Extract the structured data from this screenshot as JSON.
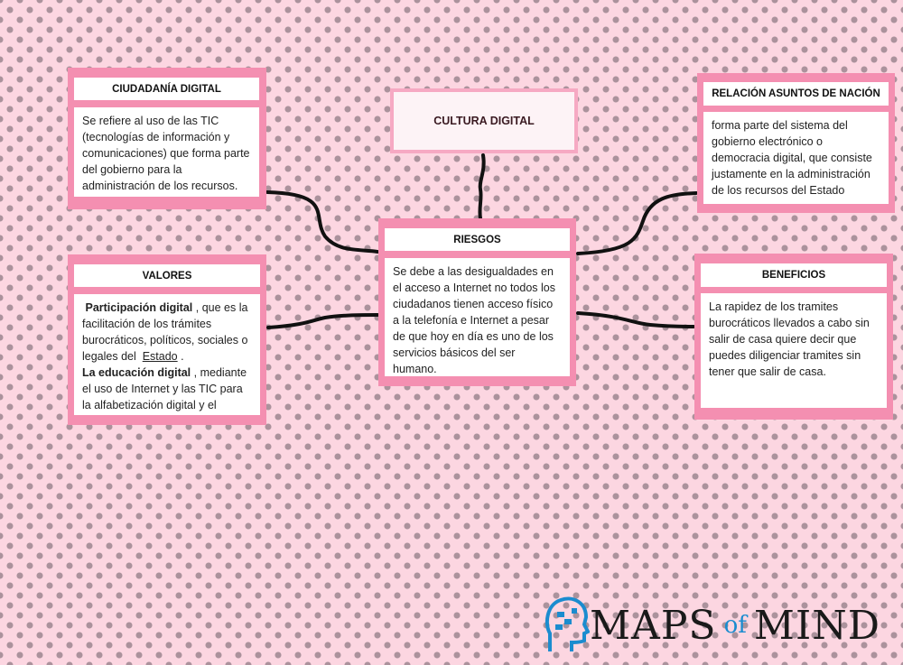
{
  "center": {
    "title": "CULTURA DIGITAL"
  },
  "nodes": {
    "ciudadania": {
      "title": "CIUDADANÍA DIGITAL",
      "text": "Se refiere al uso de las TIC (tecnologías de información y comunicaciones) que forma parte del gobierno para la administración de los recursos."
    },
    "relacion": {
      "title": "RELACIÓN ASUNTOS DE NACIÓN",
      "text": "forma parte del sistema del gobierno electrónico o democracia digital, que consiste justamente en la administración de los recursos del Estado"
    },
    "riesgos": {
      "title": "RIESGOS",
      "text": "Se debe a las desigualdades en el acceso a Internet no todos los ciudadanos tienen acceso físico a la telefonía e Internet a pesar de que hoy en día es uno de los servicios básicos del ser humano."
    },
    "valores": {
      "title": "VALORES",
      "bold1": "Participación digital",
      "text1": ", que es la facilitación de los trámites burocráticos, políticos, sociales o legales del",
      "link": "Estado",
      "text1b": ".",
      "bold2": "La educación digital",
      "text2": ", mediante el uso de Internet y las TIC para la alfabetización digital y el"
    },
    "beneficios": {
      "title": "BENEFICIOS",
      "text": "La rapidez de los tramites burocráticos llevados a cabo sin salir de casa quiere decir que puedes diligenciar tramites sin tener que salir de casa."
    }
  },
  "logo": {
    "part1": "MAPS",
    "part2": "of",
    "part3": "MIND"
  },
  "colors": {
    "background": "#fcd6e1",
    "dots": "#ab929c",
    "node_border": "#f48fb1",
    "logo_accent": "#1b8ccf"
  }
}
